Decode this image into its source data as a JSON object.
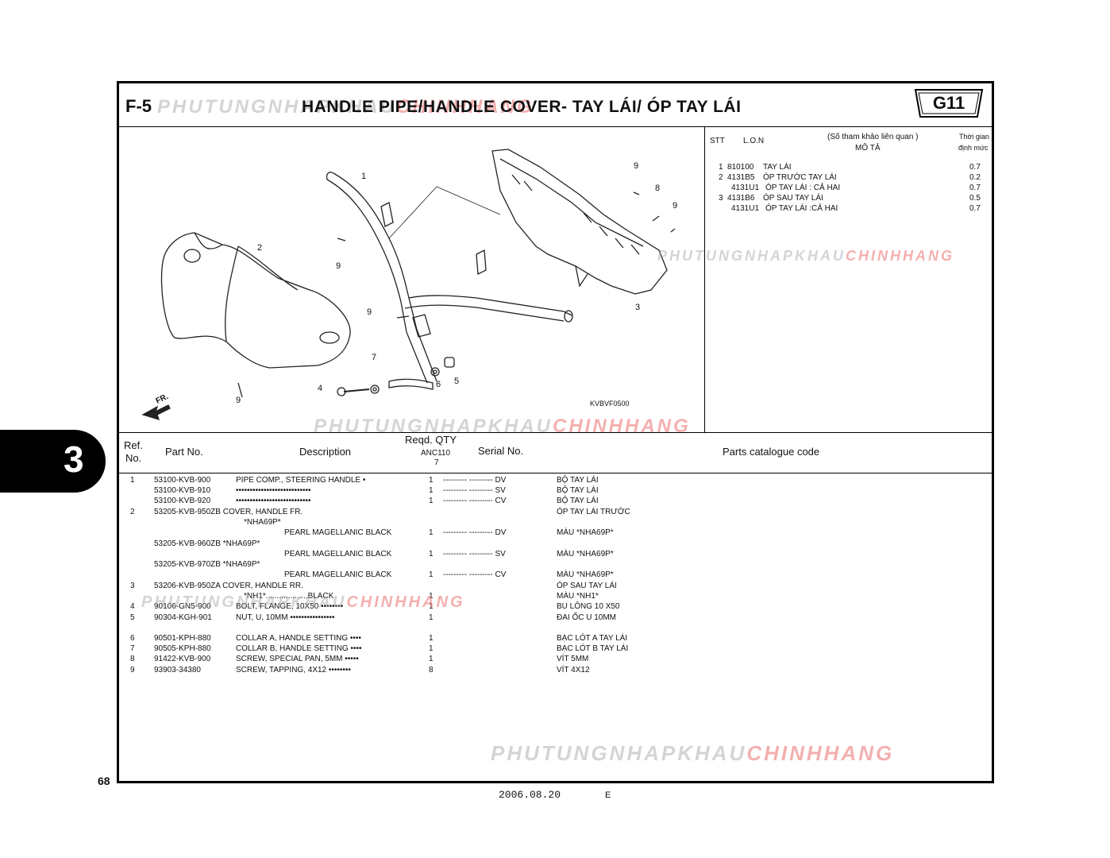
{
  "header": {
    "figure_code": "F-5",
    "title": "HANDLE PIPE/HANDLE COVER- TAY LÁI/ ÓP TAY LÁI",
    "group_code": "G11"
  },
  "watermark": {
    "gray": "PHUTUNGNHAPKHAU",
    "red": "CHINHHANG"
  },
  "diagram": {
    "labels": [
      "1",
      "2",
      "3",
      "4",
      "5",
      "6",
      "7",
      "8",
      "9",
      "9",
      "9",
      "9",
      "9"
    ],
    "front_label": "FR.",
    "ref_code": "KVBVF0500"
  },
  "lon_table": {
    "col_stt": "STT",
    "col_lon": "L.O.N",
    "col_ref": "(Số tham khảo liên quan )",
    "col_desc": "MÔ TẢ",
    "col_time_1": "Thời gian",
    "col_time_2": "định mức",
    "rows": [
      {
        "stt": "1",
        "code": "810100",
        "desc": "TAY LÁI",
        "time": "0.7"
      },
      {
        "stt": "2",
        "code": "4131B5",
        "desc": "ÓP TRƯỚC TAY LÁI",
        "time": "0.2"
      },
      {
        "stt": "",
        "code": "4131U1",
        "desc": "ÓP TAY LÁI : CẢ HAI",
        "time": "0.7"
      },
      {
        "stt": "3",
        "code": "4131B6",
        "desc": "ÓP SAU TAY LÁI",
        "time": "0.5"
      },
      {
        "stt": "",
        "code": "4131U1",
        "desc": "ÓP TAY LÁI :CẢ HAI",
        "time": "0.7"
      }
    ]
  },
  "parts_header": {
    "ref_1": "Ref.",
    "ref_2": "No.",
    "part_no": "Part No.",
    "description": "Description",
    "reqd_qty": "Reqd. QTY",
    "model": "ANC110",
    "model_sub": "7",
    "serial": "Serial No.",
    "catalogue": "Parts catalogue code"
  },
  "parts": [
    {
      "ref": "1",
      "part": "53100-KVB-900",
      "desc": "PIPE COMP., STEERING HANDLE •",
      "qty": "1",
      "serial": "--------- --------- DV",
      "vn": "BỘ TAY LÁI"
    },
    {
      "ref": "",
      "part": "53100-KVB-910",
      "desc": "•••••••••••••••••••••••••••",
      "qty": "1",
      "serial": "--------- --------- SV",
      "vn": "BỘ TAY LÁI"
    },
    {
      "ref": "",
      "part": "53100-KVB-920",
      "desc": "•••••••••••••••••••••••••••",
      "qty": "1",
      "serial": "--------- --------- CV",
      "vn": "BỘ TAY LÁI"
    },
    {
      "ref": "2",
      "part": "53205-KVB-950ZB COVER, HANDLE FR.",
      "desc": "",
      "qty": "",
      "serial": "",
      "vn": "ÓP TAY LÁI TRƯỚC"
    },
    {
      "ref": "",
      "part": "",
      "desc": "*NHA69P*",
      "qty": "",
      "serial": "",
      "vn": ""
    },
    {
      "ref": "",
      "part": "",
      "desc": "PEARL MAGELLANIC BLACK",
      "qty": "1",
      "serial": "--------- --------- DV",
      "vn": "MÀU *NHA69P*"
    },
    {
      "ref": "",
      "part": "53205-KVB-960ZB *NHA69P*",
      "desc": "",
      "qty": "",
      "serial": "",
      "vn": ""
    },
    {
      "ref": "",
      "part": "",
      "desc": "PEARL MAGELLANIC BLACK",
      "qty": "1",
      "serial": "--------- --------- SV",
      "vn": "MÀU *NHA69P*"
    },
    {
      "ref": "",
      "part": "53205-KVB-970ZB *NHA69P*",
      "desc": "",
      "qty": "",
      "serial": "",
      "vn": ""
    },
    {
      "ref": "",
      "part": "",
      "desc": "PEARL MAGELLANIC BLACK",
      "qty": "1",
      "serial": "--------- --------- CV",
      "vn": "MÀU *NHA69P*"
    },
    {
      "ref": "3",
      "part": "53206-KVB-950ZA COVER, HANDLE RR.",
      "desc": "",
      "qty": "",
      "serial": "",
      "vn": "ÓP SAU TAY LÁI"
    },
    {
      "ref": "",
      "part": "",
      "desc": "*NH1*...................BLACK",
      "qty": "1",
      "serial": "",
      "vn": "MÀU *NH1*"
    },
    {
      "ref": "4",
      "part": "90106-GN5-900",
      "desc": "BOLT, FLANGE, 10X50 ••••••••",
      "qty": "1",
      "serial": "",
      "vn": "BU LÔNG 10 X50"
    },
    {
      "ref": "5",
      "part": "90304-KGH-901",
      "desc": "NUT, U, 10MM ••••••••••••••••",
      "qty": "1",
      "serial": "",
      "vn": "ĐAI ỐC U 10MM"
    },
    {
      "ref": "6",
      "part": "90501-KPH-880",
      "desc": "COLLAR A, HANDLE SETTING ••••",
      "qty": "1",
      "serial": "",
      "vn": "BẠC LÓT A TAY LÁI"
    },
    {
      "ref": "7",
      "part": "90505-KPH-880",
      "desc": "COLLAR B, HANDLE SETTING ••••",
      "qty": "1",
      "serial": "",
      "vn": "BẠC LÓT B TAY LÁI"
    },
    {
      "ref": "8",
      "part": "91422-KVB-900",
      "desc": "SCREW, SPECIAL PAN, 5MM •••••",
      "qty": "1",
      "serial": "",
      "vn": "VÍT 5MM"
    },
    {
      "ref": "9",
      "part": "93903-34380",
      "desc": "SCREW, TAPPING, 4X12 ••••••••",
      "qty": "8",
      "serial": "",
      "vn": "VÍT 4X12"
    }
  ],
  "section_tab": "3",
  "page_number": "68",
  "footer": {
    "date": "2006.08.20",
    "edition": "E"
  }
}
